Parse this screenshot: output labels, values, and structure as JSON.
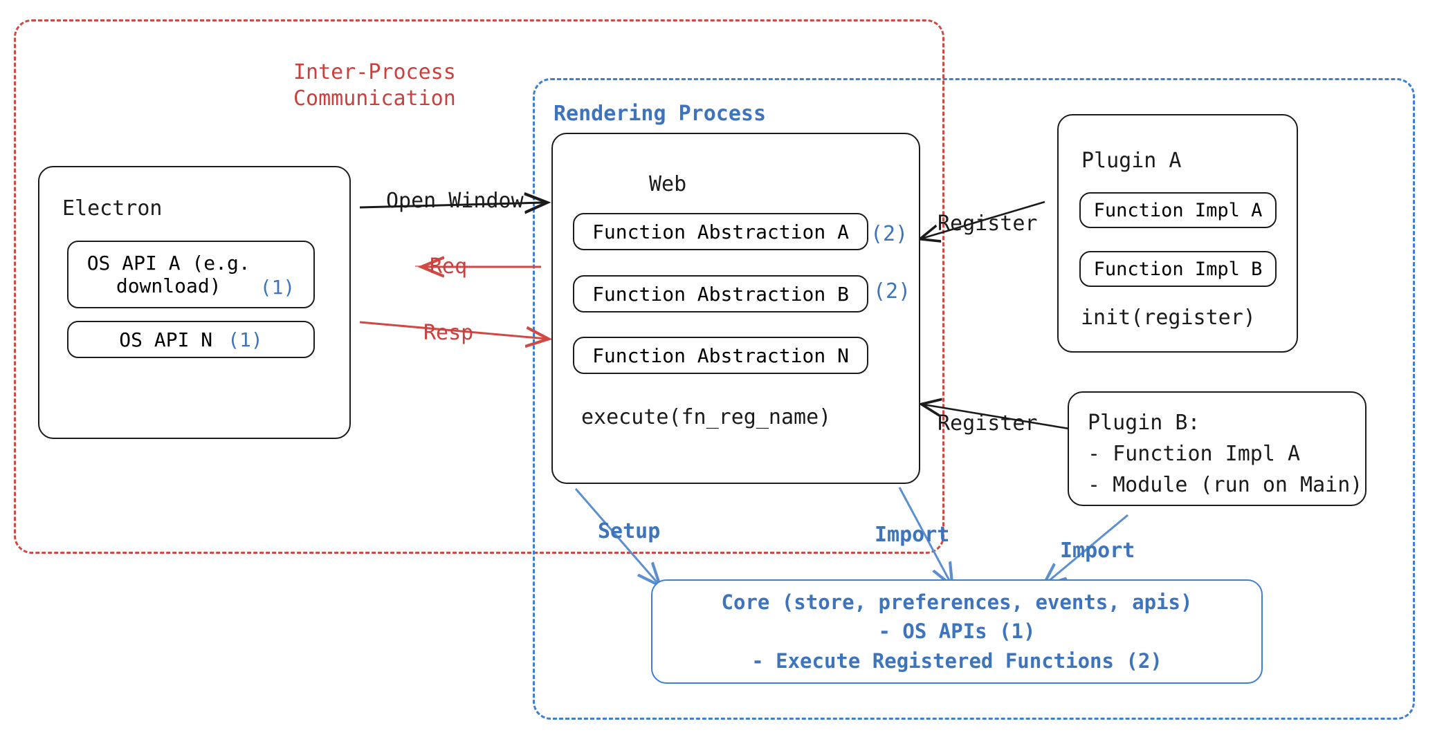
{
  "groups": {
    "ipc": {
      "label": "Inter-Process\nCommunication",
      "color": "#c9403c"
    },
    "rendering": {
      "label": "Rendering Process",
      "color": "#3d74bc"
    }
  },
  "electron": {
    "title": "Electron",
    "apis": [
      {
        "label": "OS API A (e.g.\ndownload)",
        "marker": "(1)"
      },
      {
        "label": "OS API N",
        "marker": "(1)"
      }
    ]
  },
  "web": {
    "title": "Web",
    "abstractions": [
      {
        "label": "Function Abstraction A",
        "marker": "(2)"
      },
      {
        "label": "Function Abstraction B",
        "marker": "(2)"
      },
      {
        "label": "Function Abstraction N",
        "marker": ""
      }
    ],
    "execute": "execute(fn_reg_name)"
  },
  "plugin_a": {
    "title": "Plugin A",
    "functions": [
      "Function Impl A",
      "Function Impl B"
    ],
    "init": "init(register)"
  },
  "plugin_b": {
    "title": "Plugin B:",
    "lines": [
      "- Function Impl A",
      "- Module (run on Main)"
    ]
  },
  "core": {
    "lines": [
      "Core (store, preferences, events, apis)",
      "- OS APIs (1)",
      "- Execute Registered Functions (2)"
    ]
  },
  "edges": {
    "open_window": "Open Window",
    "req": "Req",
    "resp": "Resp",
    "register_top": "Register",
    "register_bottom": "Register",
    "setup": "Setup",
    "import_left": "Import",
    "import_right": "Import"
  },
  "colors": {
    "red": "#c9403c",
    "blue": "#3d74bc",
    "blue_frame": "#3d7fd1",
    "ink": "#1b1b1b"
  }
}
